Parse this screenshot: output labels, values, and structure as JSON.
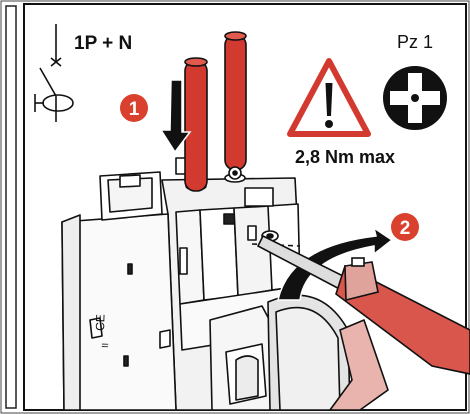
{
  "labels": {
    "pole_config": "1P + N",
    "bit_size": "Pz 1",
    "torque": "2,8 Nm max",
    "ce_mark": "CE",
    "ce_suffix": "II"
  },
  "steps": [
    {
      "number": "1"
    },
    {
      "number": "2"
    }
  ],
  "icons": {
    "circuit_symbol": "breaker-symbol-icon",
    "warning": "warning-triangle-icon",
    "bit": "pozidriv-bit-icon"
  },
  "colors": {
    "rod_red": "#d23a2f",
    "badge_red": "#d9402e",
    "screwdriver_red": "#d9564c",
    "panel_border": "#111111"
  }
}
